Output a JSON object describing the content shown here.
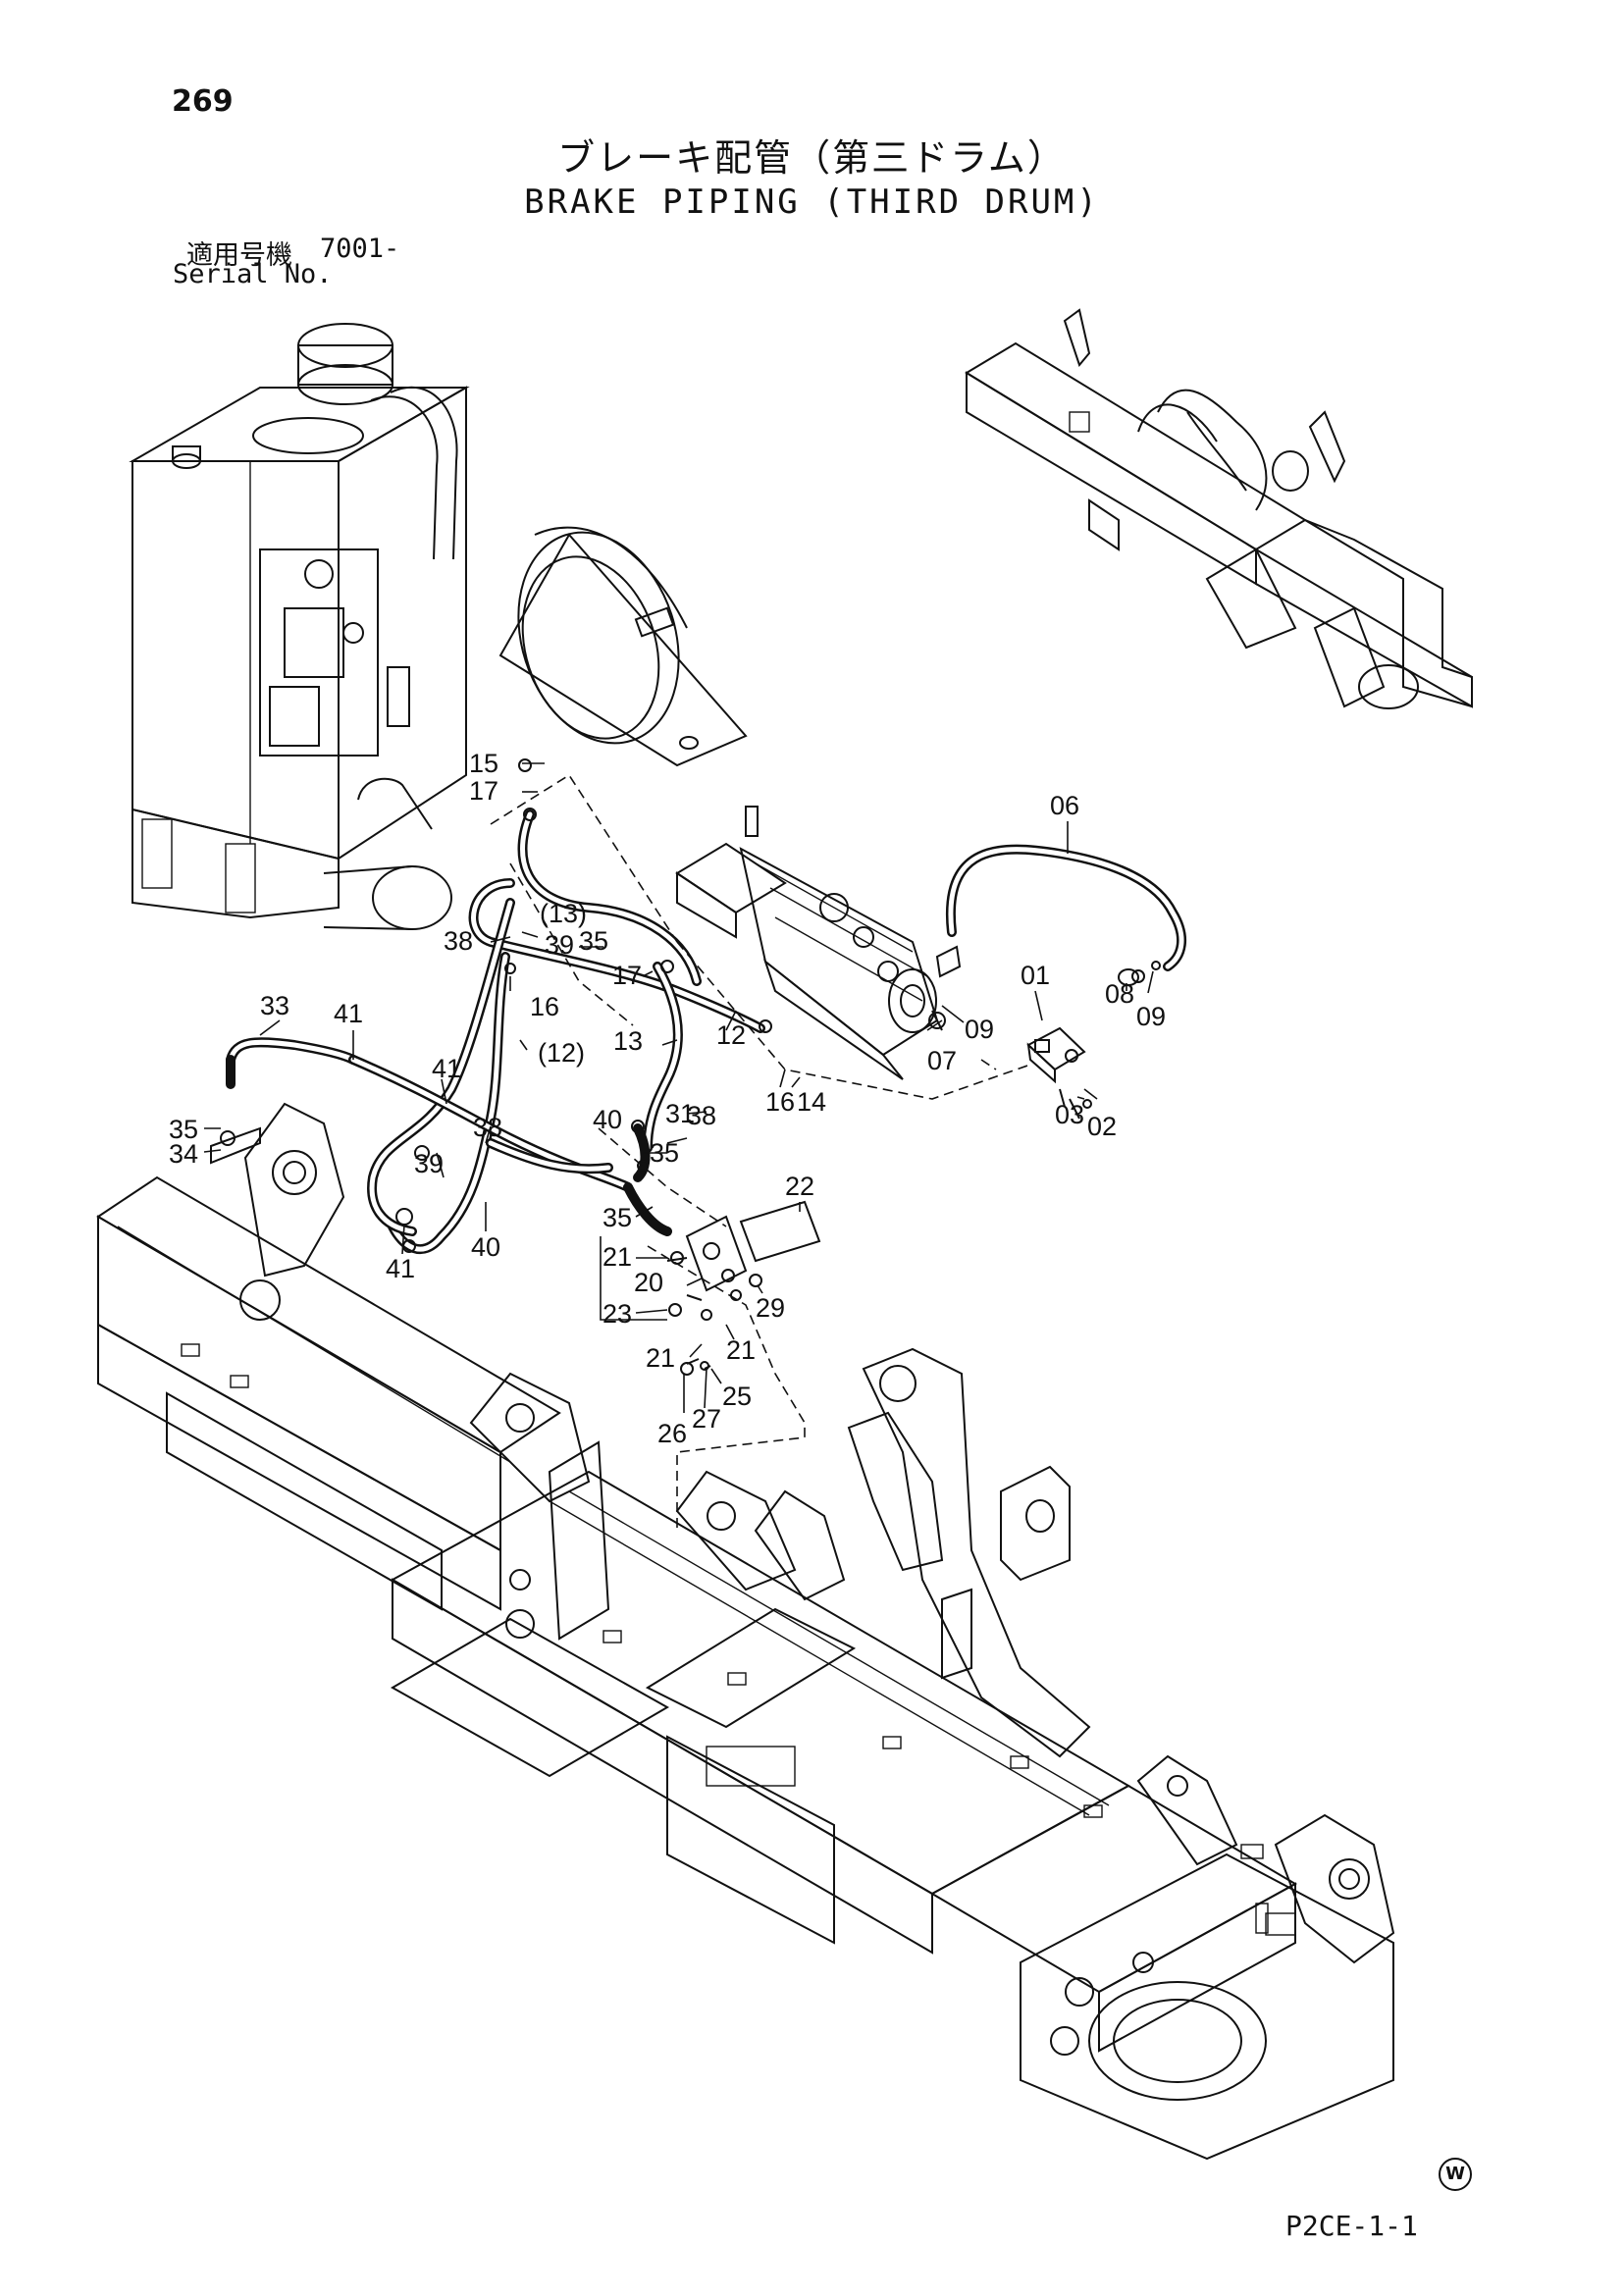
{
  "header": {
    "page_number": "269",
    "title_jp": "ブレーキ配管（第三ドラム）",
    "title_en": "BRAKE PIPING (THIRD DRUM)",
    "serial_label_jp": "適用号機",
    "serial_range": "7001-",
    "serial_label_en": "Serial No."
  },
  "footer": {
    "drawing_code": "P2CE-1-1",
    "mark": "W"
  },
  "part_labels": [
    "15",
    "17",
    "06",
    "38",
    "(13)",
    "35",
    "39",
    "17",
    "01",
    "08",
    "09",
    "16",
    "12",
    "09",
    "07",
    "13",
    "16",
    "14",
    "(12)",
    "03",
    "02",
    "33",
    "41",
    "41",
    "35",
    "34",
    "38",
    "40",
    "38",
    "31",
    "39",
    "35",
    "22",
    "35",
    "21",
    "20",
    "23",
    "29",
    "21",
    "21",
    "25",
    "26",
    "27",
    "41",
    "40"
  ]
}
